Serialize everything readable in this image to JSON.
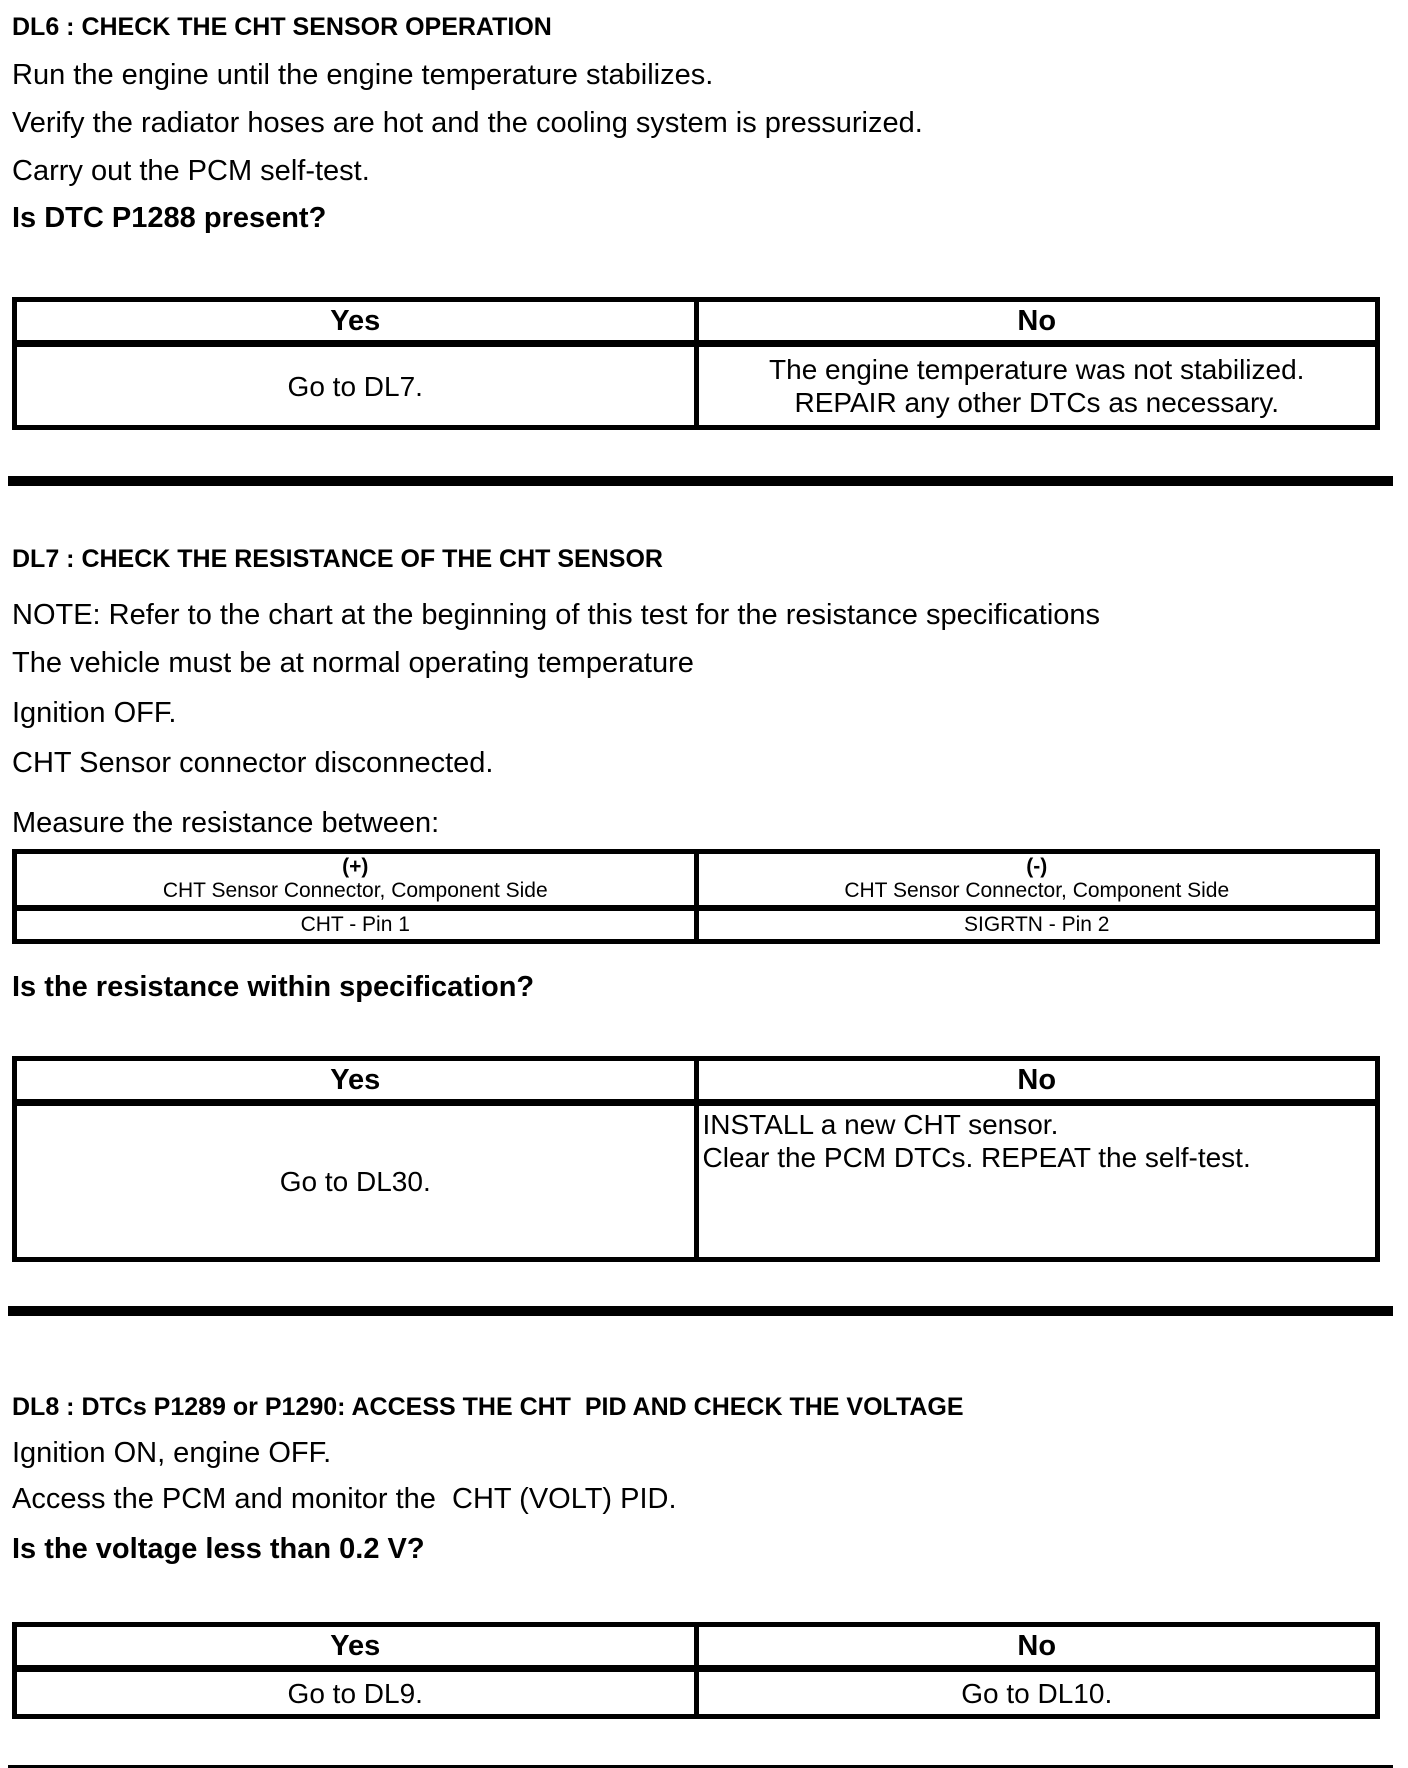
{
  "dl6": {
    "title": "DL6 : CHECK THE CHT SENSOR OPERATION",
    "line1": "Run the engine until the engine temperature stabilizes.",
    "line2": "Verify the radiator hoses are hot and the cooling system is pressurized.",
    "line3": "Carry out the PCM self-test.",
    "question": "Is DTC P1288 present?",
    "table": {
      "yes_header": "Yes",
      "no_header": "No",
      "yes": "Go to DL7.",
      "no_line1": "The engine temperature was not stabilized.",
      "no_line2": "REPAIR any other DTCs as necessary."
    }
  },
  "dl7": {
    "title": "DL7 : CHECK THE RESISTANCE OF THE CHT SENSOR",
    "note": "NOTE: Refer to the chart at the beginning of this test for the resistance specifications",
    "line2": "The vehicle must be at normal operating temperature",
    "line3": "Ignition OFF.",
    "line4": "CHT Sensor connector disconnected.",
    "line5": "Measure the resistance between:",
    "pins_table": {
      "plus_sign": "(+)",
      "plus_sub": "CHT Sensor Connector, Component Side",
      "minus_sign": "(-)",
      "minus_sub": "CHT Sensor Connector, Component Side",
      "plus_pin": "CHT - Pin 1",
      "minus_pin": "SIGRTN - Pin 2"
    },
    "question": "Is the resistance within specification?",
    "table": {
      "yes_header": "Yes",
      "no_header": "No",
      "yes": "Go to DL30.",
      "no_line1": "INSTALL a new CHT sensor.",
      "no_line2": "Clear the PCM DTCs. REPEAT the self-test."
    }
  },
  "dl8": {
    "title": "DL8 : DTCs P1289 or P1290: ACCESS THE CHT  PID AND CHECK THE VOLTAGE",
    "line1": "Ignition ON, engine OFF.",
    "line2": "Access the PCM and monitor the  CHT (VOLT) PID.",
    "question": "Is the voltage less than 0.2 V?",
    "table": {
      "yes_header": "Yes",
      "no_header": "No",
      "yes": "Go to DL9.",
      "no": "Go to DL10."
    }
  }
}
